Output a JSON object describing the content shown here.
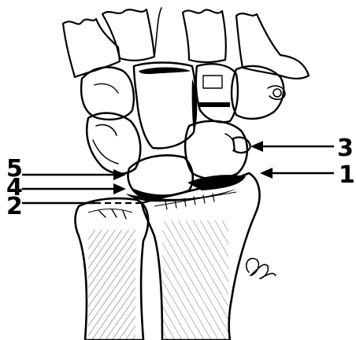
{
  "figure": {
    "description_style": "anatomical line drawing",
    "ink_color": "#000000",
    "paper_color": "#ffffff"
  },
  "callouts": [
    {
      "id": "1",
      "label": "1",
      "side": "right"
    },
    {
      "id": "2",
      "label": "2",
      "side": "left"
    },
    {
      "id": "3",
      "label": "3",
      "side": "right"
    },
    {
      "id": "4",
      "label": "4",
      "side": "left"
    },
    {
      "id": "5",
      "label": "5",
      "side": "left"
    }
  ]
}
